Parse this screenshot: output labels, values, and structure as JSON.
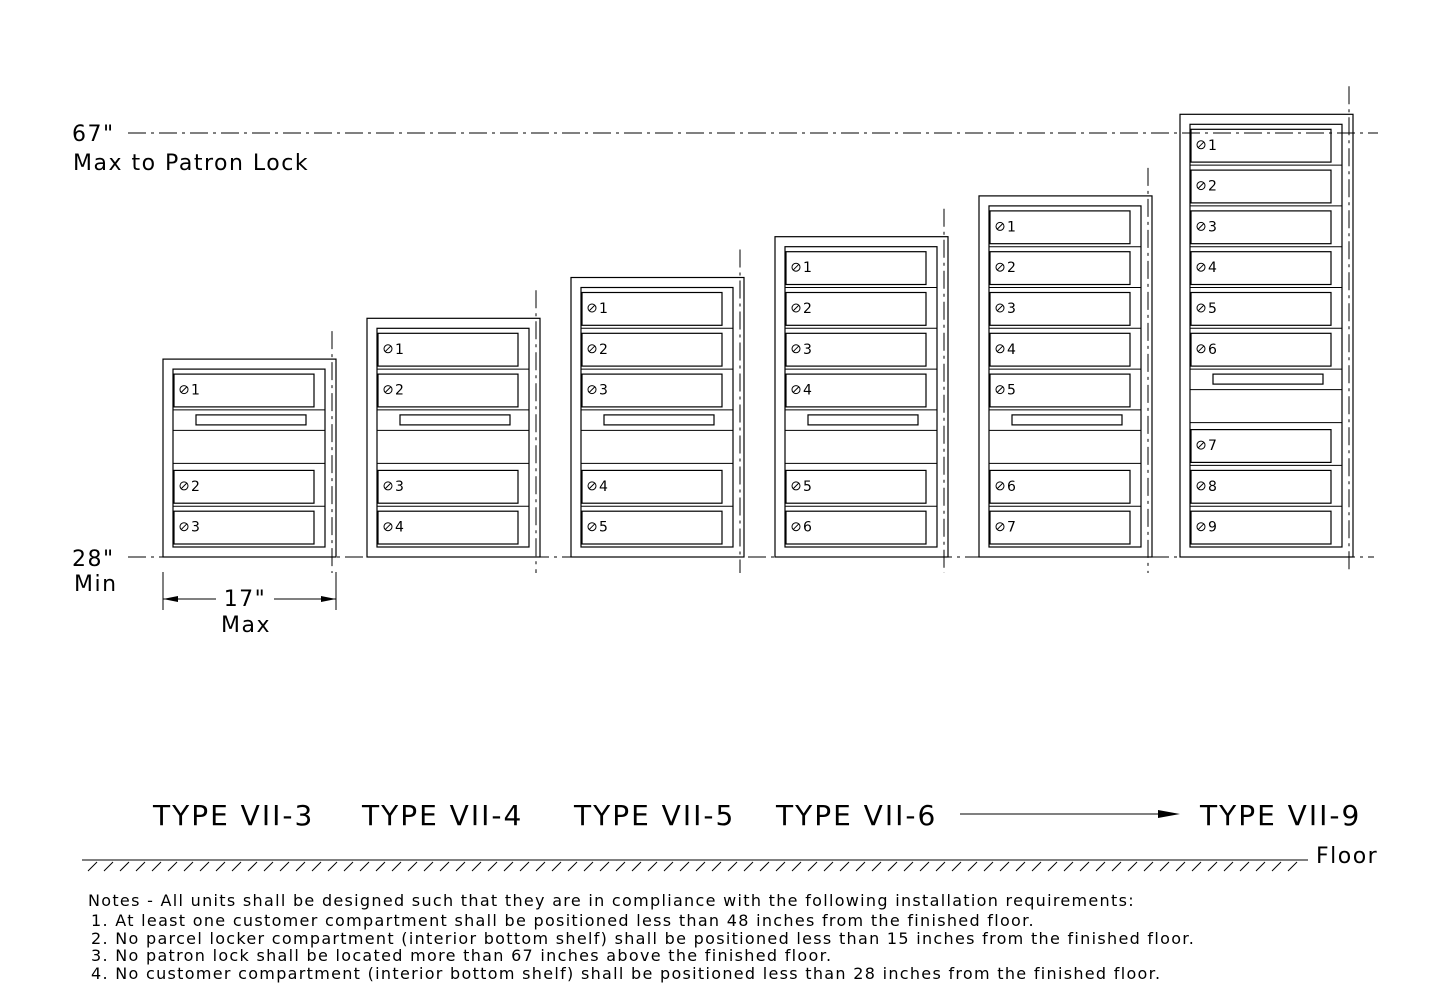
{
  "levels": {
    "max_value": "67\"",
    "max_label": "Max to Patron Lock",
    "min_value": "28\"",
    "min_label": "Min"
  },
  "width_dim": {
    "value": "17\"",
    "label": "Max"
  },
  "units": [
    {
      "top_labels": [
        "1"
      ],
      "bottom_labels": [
        "2",
        "3"
      ]
    },
    {
      "top_labels": [
        "1",
        "2"
      ],
      "bottom_labels": [
        "3",
        "4"
      ]
    },
    {
      "top_labels": [
        "1",
        "2",
        "3"
      ],
      "bottom_labels": [
        "4",
        "5"
      ]
    },
    {
      "top_labels": [
        "1",
        "2",
        "3",
        "4"
      ],
      "bottom_labels": [
        "5",
        "6"
      ]
    },
    {
      "top_labels": [
        "1",
        "2",
        "3",
        "4",
        "5"
      ],
      "bottom_labels": [
        "6",
        "7"
      ]
    },
    {
      "top_labels": [
        "1",
        "2",
        "3",
        "4",
        "5",
        "6"
      ],
      "bottom_labels": [
        "7",
        "8",
        "9"
      ]
    }
  ],
  "type_labels": [
    "TYPE VII-3",
    "TYPE VII-4",
    "TYPE VII-5",
    "TYPE VII-6",
    "TYPE VII-9"
  ],
  "floor_label": "Floor",
  "notes": [
    "Notes - All units shall be designed such that they are in compliance with the following installation requirements:",
    "1. At least one customer compartment shall be positioned less than 48 inches from the finished floor.",
    "2. No parcel locker compartment (interior bottom shelf) shall be positioned less than 15 inches from the finished floor.",
    "3. No patron lock shall be located more than 67 inches above the finished floor.",
    "4. No customer compartment (interior bottom shelf) shall be positioned less than 28 inches from the finished floor."
  ]
}
